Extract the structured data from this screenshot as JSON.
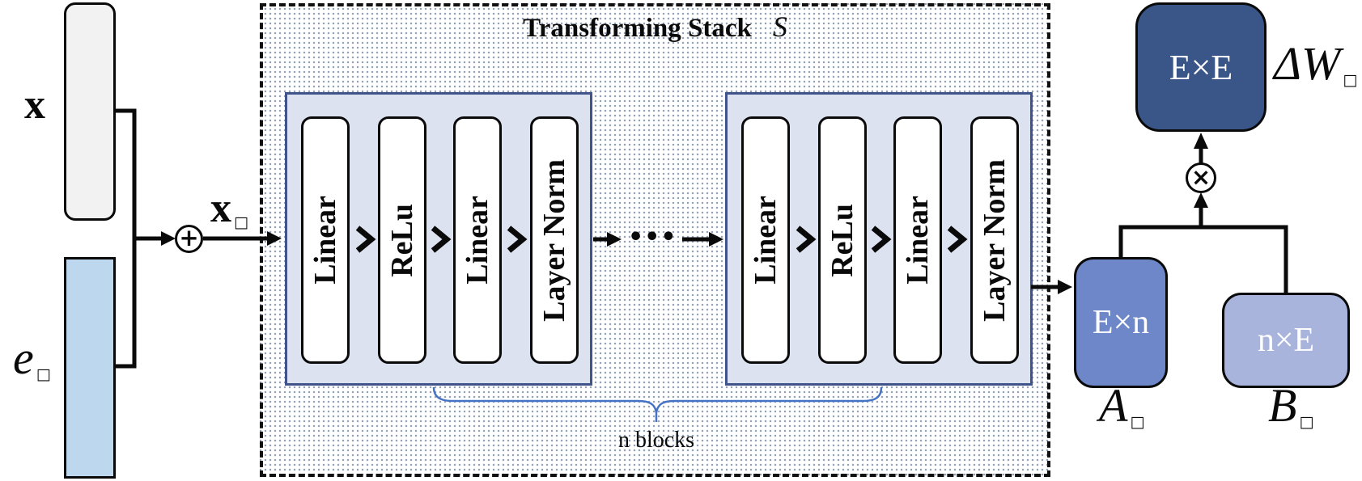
{
  "diagram_title": {
    "text": "Transforming Stack",
    "symbol": "S"
  },
  "inputs": {
    "x": {
      "label": "x"
    },
    "e": {
      "label": "e",
      "subscript": "□"
    }
  },
  "sum_output": {
    "label": "x",
    "subscript": "□"
  },
  "stack": {
    "layers": [
      "Linear",
      "ReLu",
      "Linear",
      "Layer Norm"
    ],
    "ellipsis": "•••",
    "brace_label": "n blocks"
  },
  "operators": {
    "sum": "+",
    "product": "×"
  },
  "outputs": {
    "a": {
      "dims": "E×n",
      "label": "A",
      "subscript": "□"
    },
    "b": {
      "dims": "n×E",
      "label": "B",
      "subscript": "□"
    },
    "delta_w": {
      "dims": "E×E",
      "label": "ΔW",
      "subscript": "□"
    }
  },
  "colors": {
    "stack_block_fill": "#dde2f1",
    "stack_block_border": "#40538a",
    "x_box_fill": "#f2f2f2",
    "e_box_fill": "#bdd7ee",
    "a_box_fill": "#6d87c9",
    "b_box_fill": "#a9b4dc",
    "delta_w_box_fill": "#3a5688",
    "brace_color": "#4472c4"
  }
}
